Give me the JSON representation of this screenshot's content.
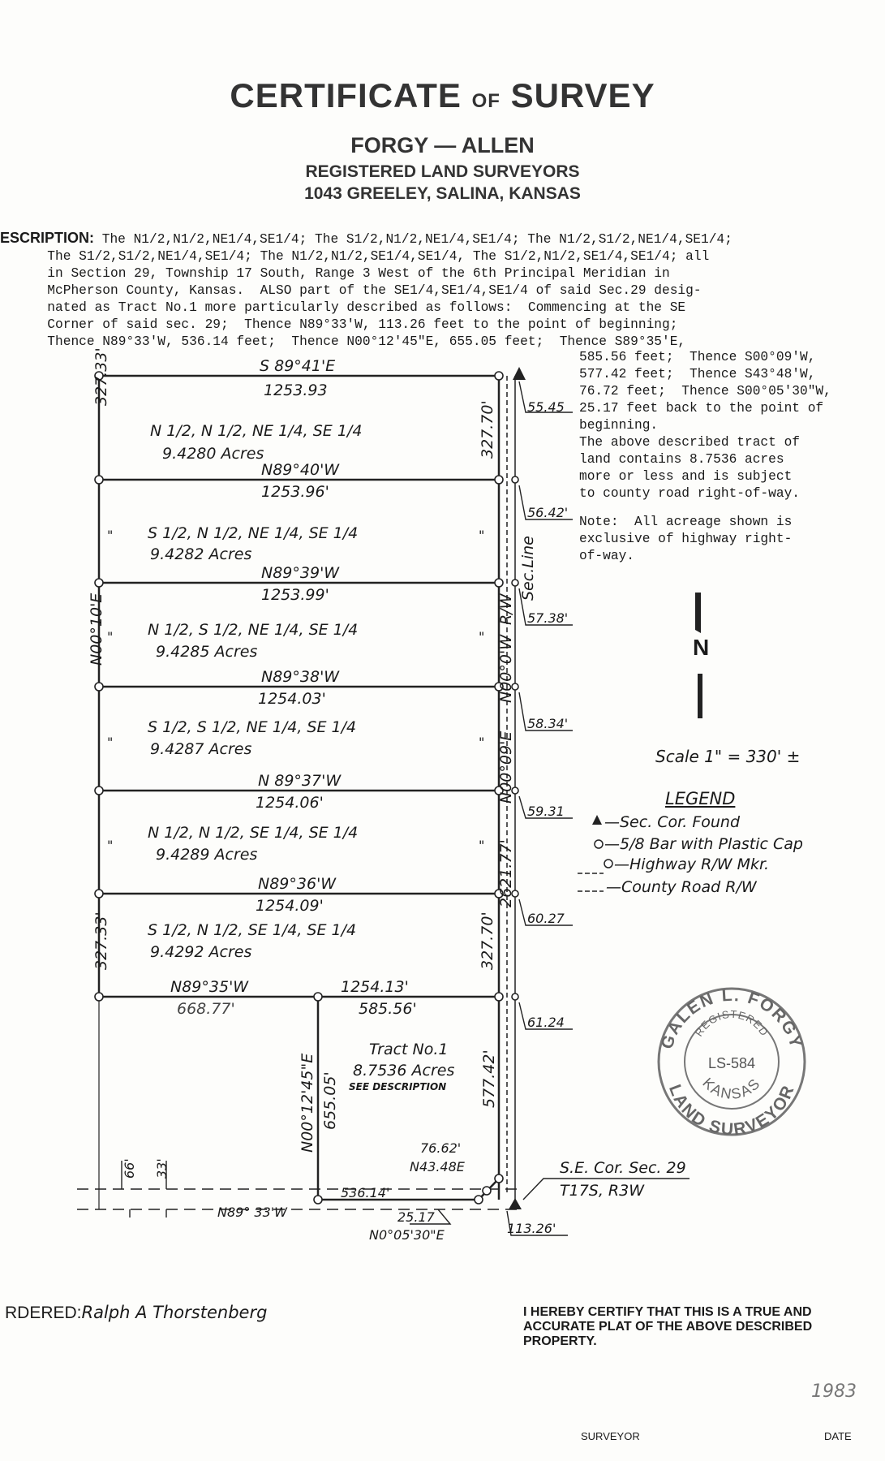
{
  "header": {
    "title_a": "CERTIFICATE",
    "title_of": "OF",
    "title_b": "SURVEY",
    "firm": "FORGY — ALLEN",
    "firm_sub": "REGISTERED LAND SURVEYORS",
    "address": "1043 GREELEY, SALINA, KANSAS"
  },
  "description": {
    "label": "ESCRIPTION:",
    "lines": [
      "The N1/2,N1/2,NE1/4,SE1/4; The S1/2,N1/2,NE1/4,SE1/4; The N1/2,S1/2,NE1/4,SE1/4;",
      "The S1/2,S1/2,NE1/4,SE1/4; The N1/2,N1/2,SE1/4,SE1/4, The S1/2,N1/2,SE1/4,SE1/4; all",
      "in Section 29, Township 17 South, Range 3 West of the 6th Principal Meridian in",
      "McPherson County, Kansas.  ALSO part of the SE1/4,SE1/4,SE1/4 of said Sec.29 desig-",
      "nated as Tract No.1 more particularly described as follows:  Commencing at the SE",
      "Corner of said sec. 29;  Thence N89°33'W, 113.26 feet to the point of beginning;",
      "Thence N89°33'W, 536.14 feet;  Thence N00°12'45\"E, 655.05 feet;  Thence S89°35'E,"
    ],
    "continued": [
      "585.56 feet;  Thence S00°09'W,",
      "577.42 feet;  Thence S43°48'W,",
      "76.72 feet;  Thence S00°05'30\"W,",
      "25.17 feet back to the point of",
      "beginning.",
      "The above described tract of",
      "land contains 8.7536 acres",
      "more or less and is subject",
      "to county road right-of-way."
    ],
    "note": [
      "Note:  All acreage shown is",
      "exclusive of highway right-",
      "of-way."
    ]
  },
  "plat": {
    "top_bearing": "S 89°41'E",
    "top_dist": "1253.93",
    "left_top": "327.33'",
    "left_mid": "N00°10'E",
    "left_bot": "327.33'",
    "right_top": "327.70'",
    "right_bot": "327.70'",
    "right_total": "2621.77'",
    "right_bearing": "N00°09'E",
    "rw": "R/W",
    "sec_line": "Sec.Line",
    "east_bearing": "N00°0'W",
    "ditto": "\"",
    "tracts": [
      {
        "name": "N 1/2, N 1/2, NE 1/4, SE 1/4",
        "acres": "9.4280 Acres"
      },
      {
        "name": "S 1/2, N 1/2, NE 1/4, SE 1/4",
        "acres": "9.4282 Acres"
      },
      {
        "name": "N 1/2, S 1/2, NE 1/4, SE 1/4",
        "acres": "9.4285 Acres"
      },
      {
        "name": "S 1/2, S 1/2, NE 1/4, SE 1/4",
        "acres": "9.4287 Acres"
      },
      {
        "name": "N 1/2, N 1/2, SE 1/4, SE 1/4",
        "acres": "9.4289 Acres"
      },
      {
        "name": "S 1/2, N 1/2, SE 1/4, SE 1/4",
        "acres": "9.4292 Acres"
      }
    ],
    "lines": [
      {
        "bearing": "N89°40'W",
        "dist": "1253.96'"
      },
      {
        "bearing": "N89°39'W",
        "dist": "1253.99'"
      },
      {
        "bearing": "N89°38'W",
        "dist": "1254.03'"
      },
      {
        "bearing": "N 89°37'W",
        "dist": "1254.06'"
      }
    ],
    "line5_bearing": "N89°36'W",
    "line5_dist": "1254.09'",
    "bottom_bearing": "N89°35'W",
    "bottom_left_dist": "668.77'",
    "bottom_full_dist": "1254.13'",
    "bottom_right_dist": "585.56'",
    "offsets": [
      "55.45",
      "56.42'",
      "57.38'",
      "58.34'",
      "59.31",
      "60.27",
      "61.24"
    ],
    "tract1_name": "Tract No.1",
    "tract1_acres": "8.7536 Acres",
    "tract1_see": "SEE DESCRIPTION",
    "tract1_west_bearing": "N00°12'45\"E",
    "tract1_west_dist": "655.05'",
    "tract1_east_dist": "577.42'",
    "diag_dist": "76.62'",
    "diag_bearing": "N43.48E",
    "south_dist": "536.14'",
    "road_bearing": "N89° 33'W",
    "short_dist": "25.17",
    "short_bearing": "N0°05'30\"E",
    "far_dist": "113.26'",
    "r66": "66'",
    "r33": "33'",
    "corner_label": "S.E. Cor. Sec. 29",
    "corner_twp": "T17S, R3W"
  },
  "north": {
    "letter": "N"
  },
  "scale": "Scale 1\" = 330' ±",
  "legend": {
    "title": "LEGEND",
    "items": [
      "—Sec. Cor. Found",
      "—5/8 Bar with Plastic Cap",
      "—Highway R/W Mkr.",
      "—County Road R/W"
    ]
  },
  "seal": {
    "top": "GALEN L. FORGY",
    "registered": "REGISTERED",
    "number": "LS-584",
    "state": "KANSAS",
    "bottom": "LAND SURVEYOR"
  },
  "footer": {
    "ordered_label": "RDERED:",
    "ordered_name": "Ralph A Thorstenberg",
    "certify": "I HEREBY CERTIFY THAT THIS IS A TRUE AND\nACCURATE PLAT OF THE ABOVE DESCRIBED\nPROPERTY.",
    "surveyor": "SURVEYOR",
    "date": "DATE",
    "year": "1983"
  }
}
